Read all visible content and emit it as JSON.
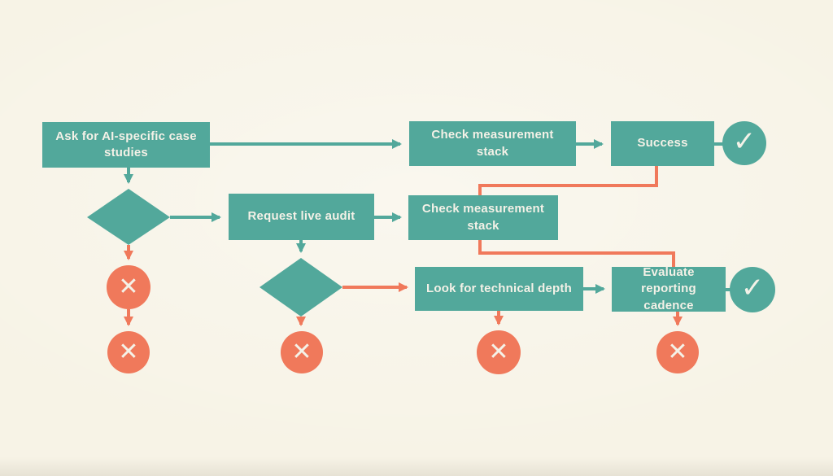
{
  "colors": {
    "background": "#f7f3e6",
    "teal": "#52a89b",
    "orange": "#f0795b",
    "text": "#f4f2e8"
  },
  "nodes": {
    "ask_case_studies": {
      "label": "Ask for AI-specific case studies"
    },
    "check_stack_1": {
      "label": "Check measurement stack"
    },
    "success": {
      "label": "Success"
    },
    "request_live_audit": {
      "label": "Request live audit"
    },
    "check_stack_2": {
      "label": "Check measurement stack"
    },
    "look_technical_depth": {
      "label": "Look for technical depth"
    },
    "evaluate_reporting_cadence": {
      "label": "Evaluate reporting cadence"
    }
  },
  "icons": {
    "fail_glyph": "✕",
    "pass_glyph": "✓"
  }
}
